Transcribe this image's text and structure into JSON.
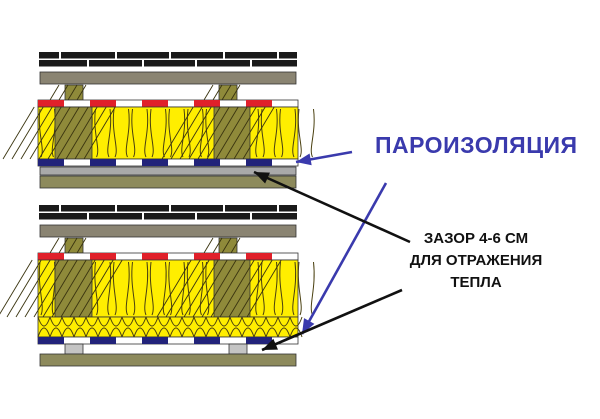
{
  "labels": {
    "vapor_barrier": "ПАРОИЗОЛЯЦИЯ",
    "gap_line1": "ЗАЗОР 4-6 СМ",
    "gap_line2": "ДЛЯ ОТРАЖЕНИЯ",
    "gap_line3": "ТЕПЛА"
  },
  "colors": {
    "brick": "#1a1a1a",
    "board": "#8a8472",
    "wood": "#8f8a3a",
    "insulation": "#ffee00",
    "membrane_top": "#e0202a",
    "membrane_bottom": "#22237a",
    "gray_board": "#a9a9a9",
    "olive_board": "#8d8a5c",
    "accent_blue": "#3a3aad"
  }
}
